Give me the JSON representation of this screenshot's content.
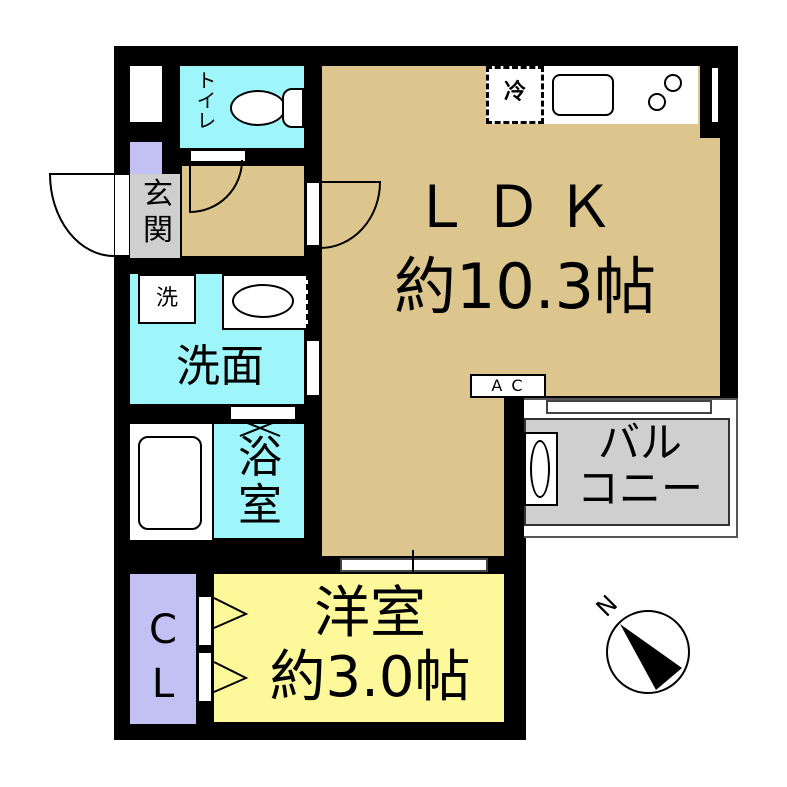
{
  "floorplan": {
    "rooms": {
      "ldk": {
        "name": "ＬＤＫ",
        "size": "約10.3帖",
        "color": "#dcc68d"
      },
      "western": {
        "name": "洋室",
        "size": "約3.0帖",
        "color": "#fdf89a"
      },
      "toilet": {
        "name": "トイレ",
        "color": "#9ef6fb"
      },
      "entrance": {
        "name_line1": "玄",
        "name_line2": "関",
        "color": "#cfcfcf"
      },
      "washroom": {
        "name": "洗面",
        "color": "#9ef6fb"
      },
      "bath": {
        "name_line1": "浴",
        "name_line2": "室",
        "color": "#9ef6fb"
      },
      "closet": {
        "name_line1": "C",
        "name_line2": "L",
        "color": "#c3c1f4"
      },
      "balcony": {
        "name_line1": "バル",
        "name_line2": "コニー",
        "color": "#cfcfcf"
      }
    },
    "fixtures": {
      "fridge": "冷",
      "washer": "洗",
      "aircon": "A C"
    },
    "compass": {
      "label": "N"
    }
  }
}
